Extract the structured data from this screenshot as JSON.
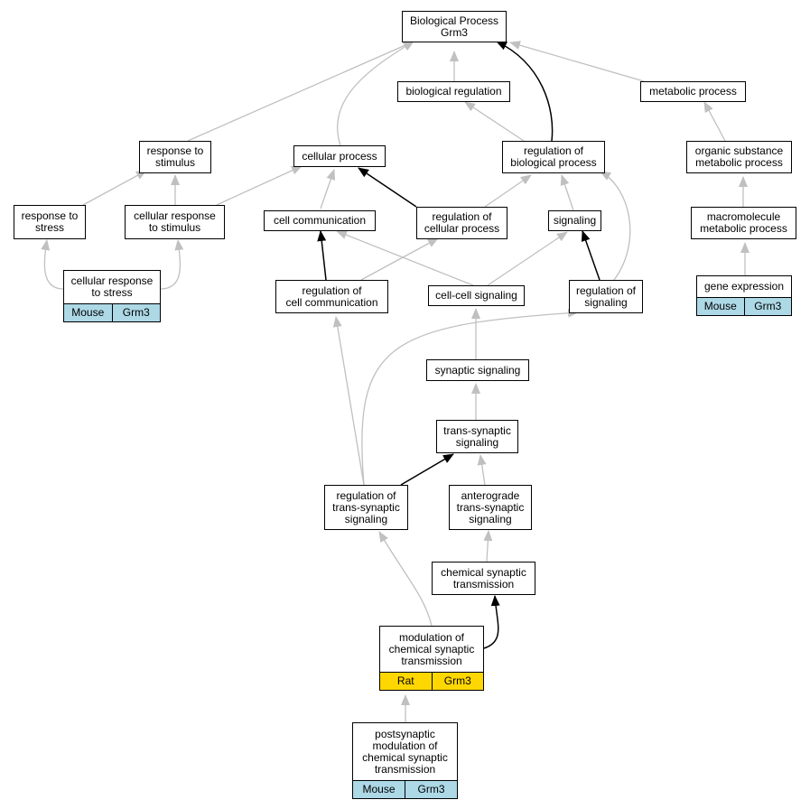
{
  "colors": {
    "edge_default": "#c0c0c0",
    "edge_highlight": "#000000",
    "mouse_tag": "#add8e6",
    "rat_tag": "#ffd700"
  },
  "nodes": {
    "root": "Biological Process\nGrm3",
    "biological_regulation": "biological regulation",
    "metabolic_process": "metabolic process",
    "response_to_stimulus": "response to\nstimulus",
    "cellular_process": "cellular process",
    "regulation_of_biological_process": "regulation of\nbiological process",
    "organic_substance_metabolic_process": "organic substance\nmetabolic process",
    "response_to_stress": "response to\nstress",
    "cellular_response_to_stimulus": "cellular response\nto stimulus",
    "cell_communication": "cell communication",
    "regulation_of_cellular_process": "regulation of\ncellular process",
    "signaling": "signaling",
    "macromolecule_metabolic_process": "macromolecule\nmetabolic process",
    "cellular_response_to_stress": "cellular response\nto stress",
    "regulation_of_cell_communication": "regulation of\ncell communication",
    "cell_cell_signaling": "cell-cell signaling",
    "regulation_of_signaling": "regulation of\nsignaling",
    "gene_expression": "gene expression",
    "synaptic_signaling": "synaptic signaling",
    "trans_synaptic_signaling": "trans-synaptic\nsignaling",
    "regulation_of_trans_synaptic_signaling": "regulation of\ntrans-synaptic\nsignaling",
    "anterograde_trans_synaptic_signaling": "anterograde\ntrans-synaptic\nsignaling",
    "chemical_synaptic_transmission": "chemical synaptic\ntransmission",
    "modulation_of_chemical_synaptic_transmission": "modulation of\nchemical synaptic\ntransmission",
    "postsynaptic_modulation": "postsynaptic\nmodulation of\nchemical synaptic\ntransmission"
  },
  "tags": {
    "cellular_response_to_stress": {
      "species": "Mouse",
      "gene": "Grm3"
    },
    "gene_expression": {
      "species": "Mouse",
      "gene": "Grm3"
    },
    "modulation_of_chemical_synaptic_transmission": {
      "species": "Rat",
      "gene": "Grm3"
    },
    "postsynaptic_modulation": {
      "species": "Mouse",
      "gene": "Grm3"
    }
  }
}
